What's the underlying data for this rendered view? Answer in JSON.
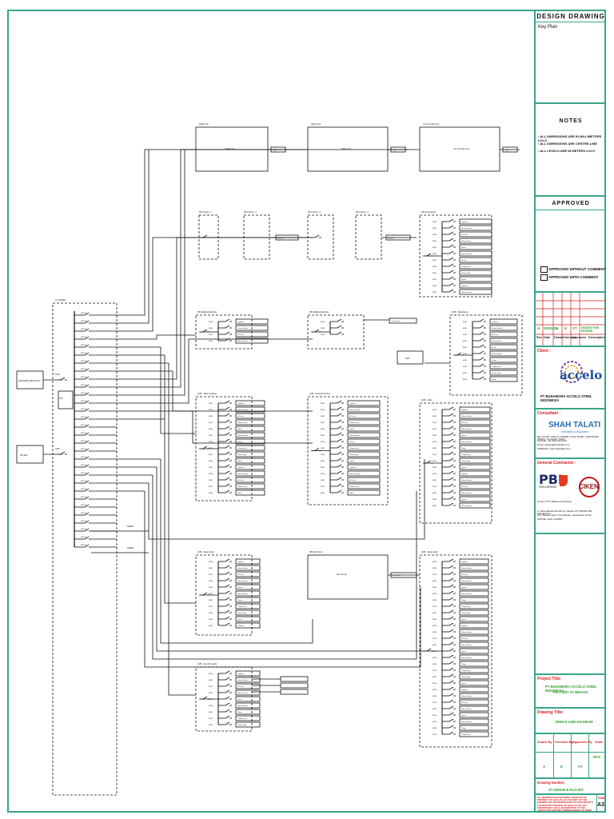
{
  "title_block": {
    "header": "DESIGN DRAWING",
    "key_plan": "Key Plan",
    "notes_head": "NOTES",
    "notes": [
      "• ALL DIMENSIONS ARE IN MILLIMETERS U.N.O",
      "• ALL DIMENSIONS ARE CENTRE-LINE",
      "• ALL LEVELS ARE IN METERS U.N.O"
    ],
    "approved_head": "APPROVED",
    "approved_options": [
      "APPROVED WITHOUT COMMENT",
      "APPROVED WITH COMMENT"
    ],
    "rev_headers": [
      "Rev",
      "Date",
      "Drawn",
      "Checked",
      "Approved",
      "Description"
    ],
    "rev_row": [
      "A",
      "10/01/23",
      "A",
      "K",
      "VT",
      "ISSUED FOR REVIEW"
    ],
    "client_label": "Client :",
    "client_logo": "accelo",
    "client_name": "PT BUHAMORA ACCELO STEEL INDONESIA",
    "consultant_label": "Consultant :",
    "consultant_logo": "SHAH TALATI",
    "consultant_sub": "Architects & Engineers",
    "consultant_address": "9th FLOOR, ADITYA TOWER, TILAK ROAD, VADODARA 390001, GUJARAT, INDIA",
    "consultant_phone": "PHONE: +91-265-242-0011",
    "consultant_email": "Email: design@shahtalati.com",
    "consultant_web": "WEBSITE: www.shahtalati.com",
    "contractor_label": "General Contractor :",
    "contractor_logo_a": "PBI",
    "contractor_logo_a_sub": "PEB & BRIDGE",
    "contractor_logo_b": "CIKEN",
    "contractor_group": "Group of PT. Bahana Konstruksi",
    "contractor_address": "Jl. Raya Bekasi KM 28 Kp. Cikedu, RT 001/RW 001, Margamulya",
    "contractor_address2": "Kec. Bekasi Utara, Kota Bekasi, Jawa Barat 17142",
    "contractor_phone": "PHONE: (021) 2216667",
    "project_label": "Project Title:",
    "project_title": "PT BUHAMORA ACCELO STEEL INDONESIA",
    "project_title2": "FACTORY AT BEKASI",
    "drawing_label": "Drawing Title:",
    "drawing_title": "SINGLE LINE DIAGRAM",
    "sig_headers": [
      "Drawn By",
      "Checked By",
      "Approved By",
      "Scale"
    ],
    "sig_values": [
      "A",
      "K",
      "VT",
      "NTS"
    ],
    "drawing_no_label": "Drawing Number:",
    "drawing_no": "ST-2209-ELE-SLD-001",
    "disclaimer": "ALL INFORMATION CONTAINED HEREIN IS THE PROPERTY OF SHAH TALATI. NO PART OF THIS DRAWING MAY BE REPRODUCED OR USED WITHOUT THE WRITTEN CONSENT OF SHAH TALATI. ANY DISCREPANCY SHALL BE REPORTED TO THE CONSULTANT BEFORE COMMENCEMENT OF WORK.",
    "size_label": "SIZE",
    "size_value": "A3"
  },
  "diagram": {
    "lt_panel": "LT PANEL",
    "sources": [
      "INCOMING FROM PLN",
      "DG SET"
    ],
    "bus_couplers": [
      "ACB",
      "ACB"
    ],
    "outgoing_labels": [
      "MCCB",
      "MCCB",
      "MCCB",
      "MCCB",
      "MCCB",
      "MCCB",
      "MCCB",
      "MCCB",
      "MCCB",
      "MCCB",
      "MCCB",
      "MCCB",
      "MCCB",
      "MCCB",
      "MCCB"
    ],
    "spare_labels": [
      "SPARE",
      "SPARE"
    ],
    "top_blocks": [
      "Roller mill",
      "Slitter Line",
      "Cut to length Line"
    ],
    "top_tags": [
      "RM",
      "SL",
      "CTL"
    ],
    "mcc_titles": [
      "MCC Panel - 1",
      "MCC Panel - 2",
      "MCC Panel - 3",
      "MCC Panel - 4"
    ],
    "mcc_blocks": [
      "MCC-1",
      "MCC-2"
    ],
    "db_titles": [
      "DB Compressor",
      "DB Welding Machine",
      "LDB - Office Lighting",
      "LDB - Production Floor",
      "LDB - Warehouse",
      "LDB - Utility",
      "LDB - Street Light",
      "DB Fire Pump",
      "LDB - Canteen",
      "LDB - Security Cabin"
    ],
    "db_rows": [
      "MCB",
      "MCB",
      "MCB",
      "MCB",
      "MCB",
      "MCB",
      "MCB",
      "MCB",
      "MCB",
      "MCB",
      "MCB",
      "MCB",
      "MCB",
      "MCB",
      "MCB"
    ],
    "load_names": [
      "Lighting",
      "Power Socket",
      "AC Unit",
      "Exhaust Fan",
      "Spare",
      "Water Heater",
      "Pump",
      "Compressor",
      "Street Light",
      "Spare"
    ],
    "fire_pump": "Fire Pump",
    "ups": "UPS"
  }
}
